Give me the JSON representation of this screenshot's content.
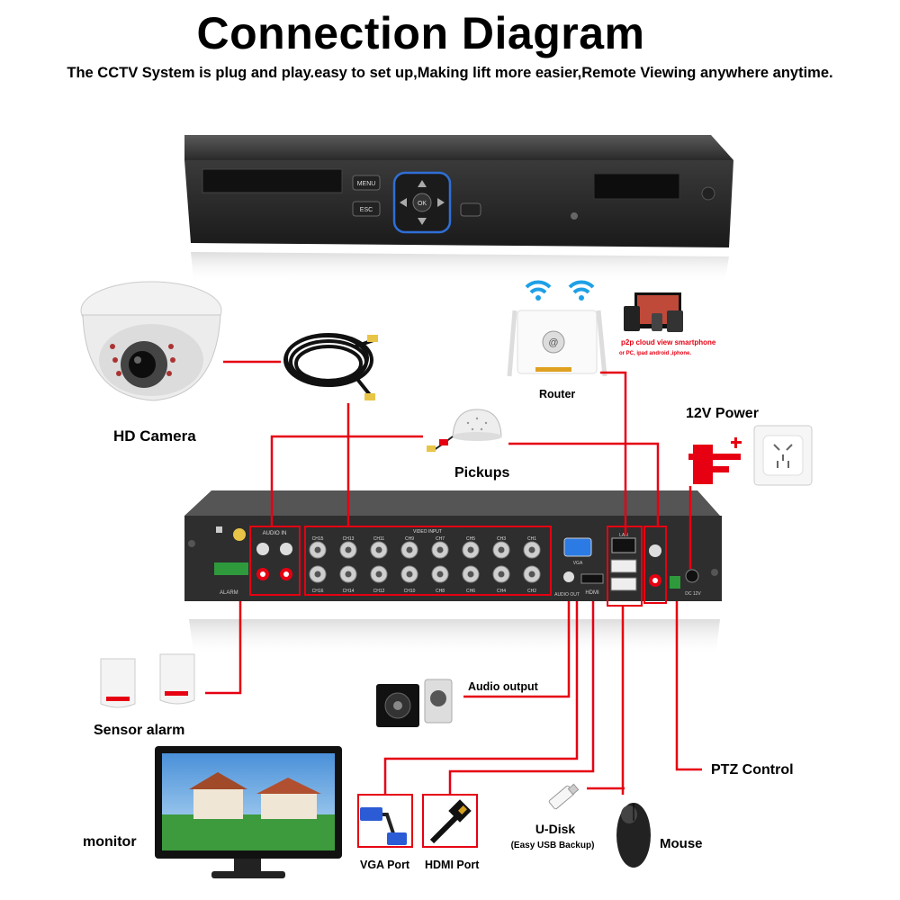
{
  "title": "Connection Diagram",
  "subtitle": "The CCTV System is plug and play.easy to set up,Making lift more easier,Remote Viewing anywhere anytime.",
  "labels": {
    "hd_camera": "HD Camera",
    "router": "Router",
    "p2p_line1": "p2p cloud  view smartphone",
    "p2p_line2": "or PC, ipad android ,iphone.",
    "power": "12V Power",
    "pickups": "Pickups",
    "sensor_alarm": "Sensor alarm",
    "audio_output": "Audio output",
    "ptz_control": "PTZ Control",
    "monitor": "monitor",
    "vga_port": "VGA Port",
    "hdmi_port": "HDMI Port",
    "u_disk": "U-Disk",
    "u_disk_note": "(Easy USB Backup)",
    "mouse": "Mouse"
  },
  "dvr_front": {
    "menu": "MENU",
    "esc": "ESC",
    "ok": "OK"
  },
  "dvr_back": {
    "audio_in": "AUDIO IN",
    "video_input": "VIDEO INPUT",
    "alarm": "ALARM",
    "vga": "VGA",
    "hdmi": "HDMI",
    "audio_out": "AUDIO OUT",
    "lan": "LAN",
    "dc": "DC 12V",
    "channels_top": [
      "CH15",
      "CH13",
      "CH11",
      "CH9",
      "CH7",
      "CH5",
      "CH3",
      "CH1"
    ],
    "channels_bottom": [
      "CH16",
      "CH14",
      "CH12",
      "CH10",
      "CH8",
      "CH6",
      "CH4",
      "CH2"
    ]
  },
  "colors": {
    "line": "#e60012",
    "dvr": "#2b2b2b"
  }
}
